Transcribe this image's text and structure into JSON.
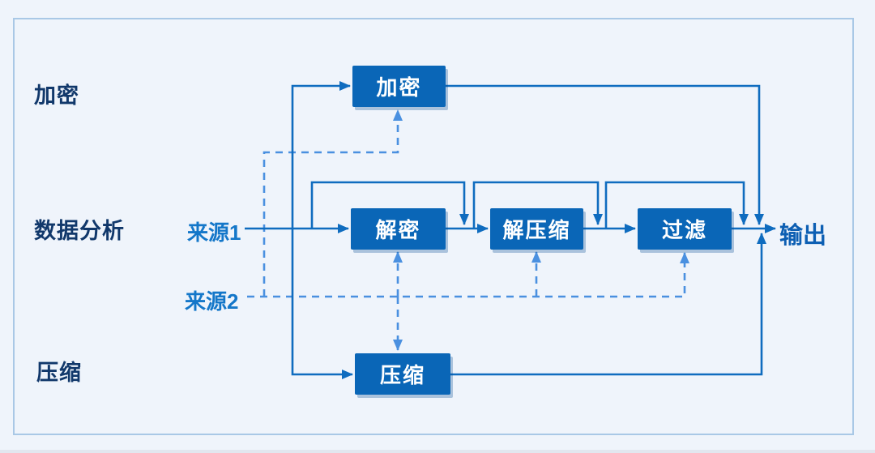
{
  "colors": {
    "canvas_bg": "#eff4fb",
    "panel_border": "#a9c8e6",
    "node_fill": "#0a66b7",
    "node_text": "#ffffff",
    "solid_line": "#0f6cbf",
    "dashed_line": "#4a90e0",
    "row_label_text": "#11386b",
    "source_label_text": "#1477c9",
    "output_label_text": "#0d5fb3"
  },
  "diagram": {
    "row_labels": [
      {
        "label": "加密"
      },
      {
        "label": "数据分析"
      },
      {
        "label": "压缩"
      }
    ],
    "nodes": [
      {
        "id": "encrypt",
        "label": "加密"
      },
      {
        "id": "decrypt",
        "label": "解密"
      },
      {
        "id": "decompress",
        "label": "解压缩"
      },
      {
        "id": "filter",
        "label": "过滤"
      },
      {
        "id": "compress",
        "label": "压缩"
      }
    ],
    "sources": [
      {
        "label": "来源1"
      },
      {
        "label": "来源2"
      }
    ],
    "output_label": "输出"
  }
}
